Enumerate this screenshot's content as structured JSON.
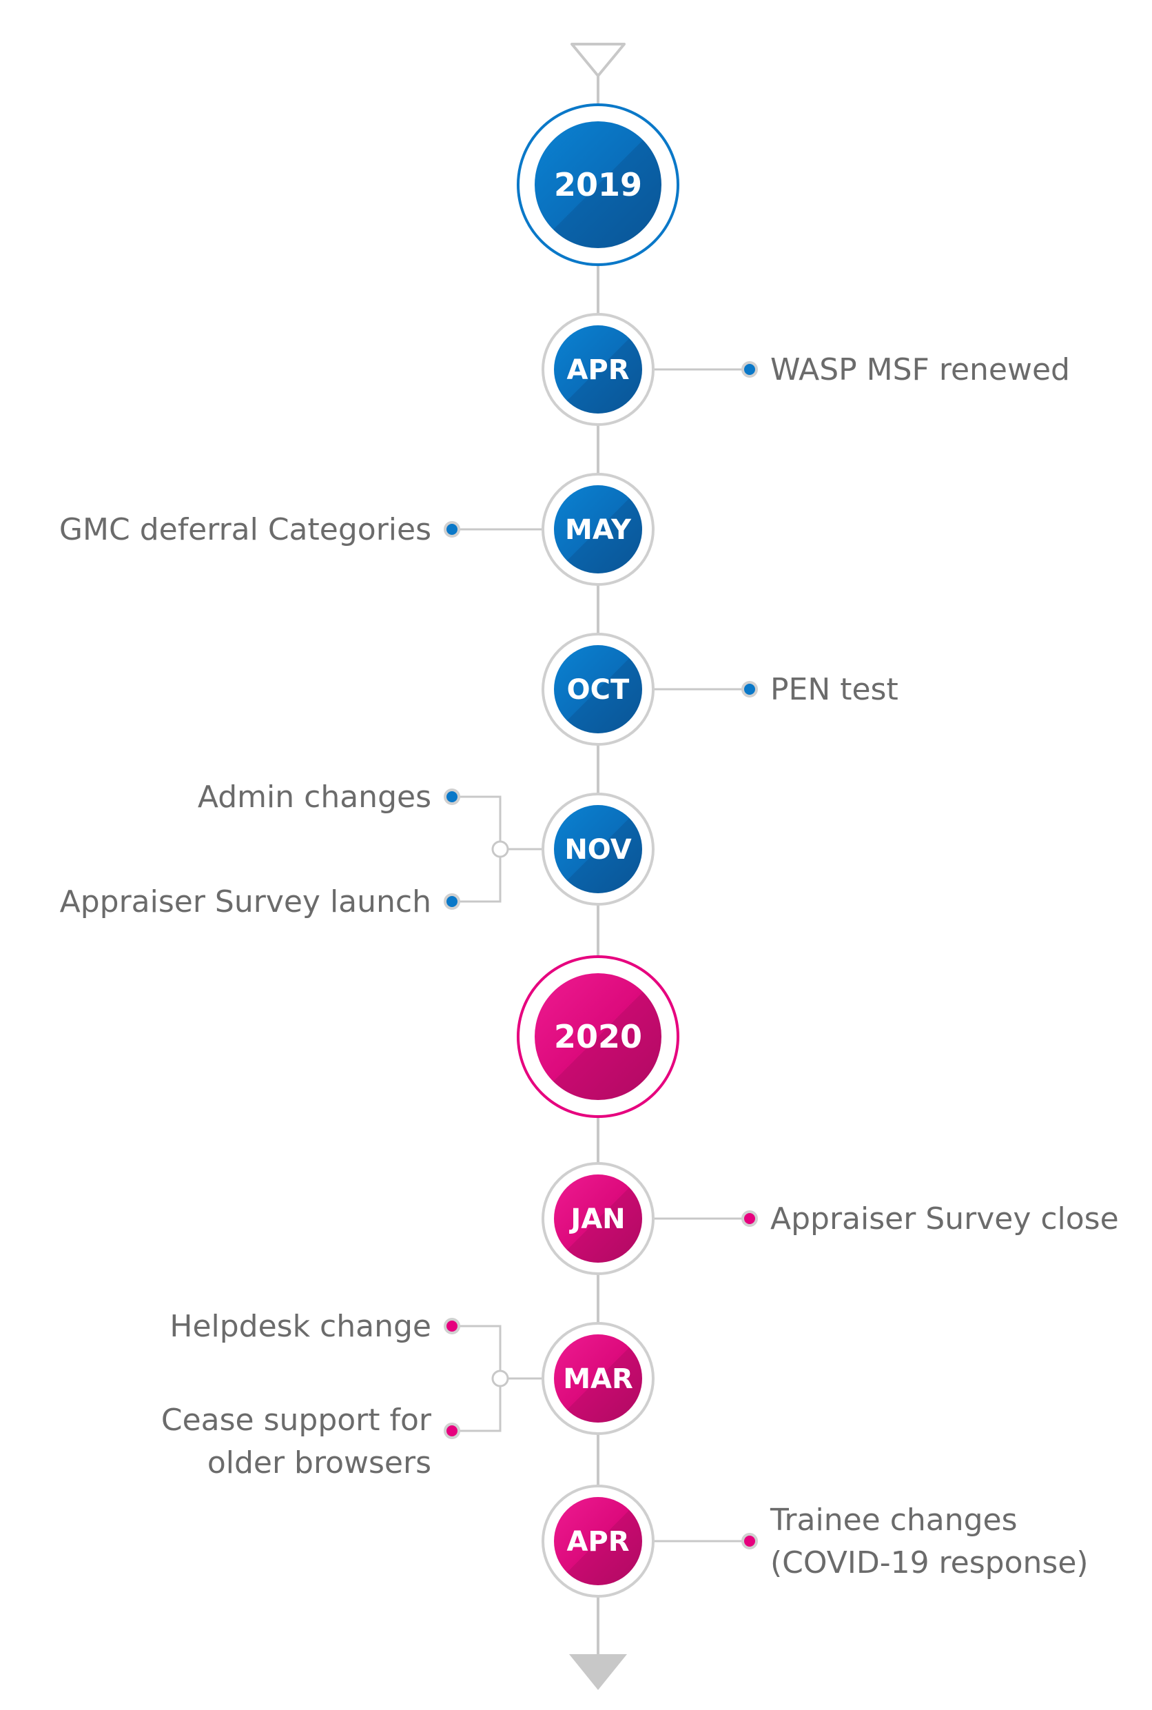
{
  "colors": {
    "blue_accent": "#0a78c8",
    "blue_fill": "#0a6fbc",
    "blue_fill_dark": "#0a5ea4",
    "pink_accent": "#e6007e",
    "pink_fill": "#dc0a7c",
    "pink_fill_dark": "#c00a6a",
    "line_gray": "#c8c8c8",
    "text_gray": "#6b6b6b"
  },
  "timeline": {
    "years": [
      {
        "label": "2019",
        "theme": "blue"
      },
      {
        "label": "2020",
        "theme": "pink"
      }
    ],
    "months": [
      {
        "label": "APR",
        "theme": "blue",
        "events": [
          {
            "side": "right",
            "lines": [
              "WASP MSF renewed"
            ]
          }
        ]
      },
      {
        "label": "MAY",
        "theme": "blue",
        "events": [
          {
            "side": "left",
            "lines": [
              "GMC deferral Categories"
            ]
          }
        ]
      },
      {
        "label": "OCT",
        "theme": "blue",
        "events": [
          {
            "side": "right",
            "lines": [
              "PEN test"
            ]
          }
        ]
      },
      {
        "label": "NOV",
        "theme": "blue",
        "events": [
          {
            "side": "left",
            "lines": [
              "Admin changes"
            ]
          },
          {
            "side": "left",
            "lines": [
              "Appraiser Survey launch"
            ]
          }
        ]
      },
      {
        "label": "JAN",
        "theme": "pink",
        "events": [
          {
            "side": "right",
            "lines": [
              "Appraiser Survey close"
            ]
          }
        ]
      },
      {
        "label": "MAR",
        "theme": "pink",
        "events": [
          {
            "side": "left",
            "lines": [
              "Helpdesk change"
            ]
          },
          {
            "side": "left",
            "lines": [
              "Cease support for",
              "older browsers"
            ]
          }
        ]
      },
      {
        "label": "APR",
        "theme": "pink",
        "events": [
          {
            "side": "right",
            "lines": [
              "Trainee changes",
              "(COVID-19 response)"
            ]
          }
        ]
      }
    ]
  }
}
